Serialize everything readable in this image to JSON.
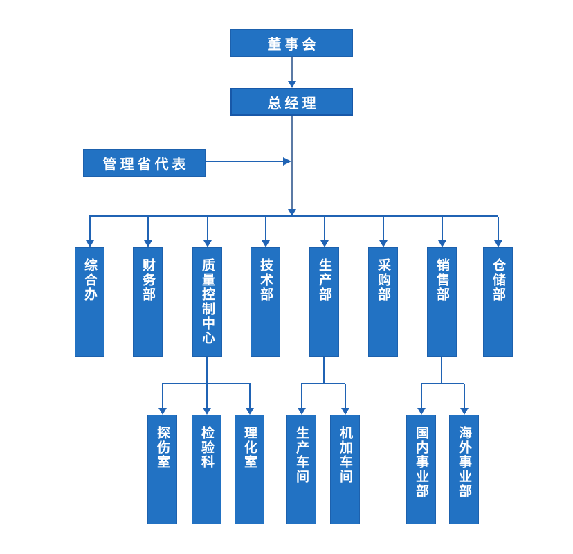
{
  "style": {
    "background": "#ffffff",
    "box_fill": "#2272c3",
    "box_border": "#1d61ad",
    "gm_border": "#1858a8",
    "connector": "#2063b4",
    "trunk": "#5b7aa5",
    "text_color": "#ffffff"
  },
  "nodes": {
    "board": {
      "label": "董事会"
    },
    "general_manager": {
      "label": "总经理"
    },
    "management_rep": {
      "label": "管理省代表"
    }
  },
  "departments": [
    {
      "label": "综合办"
    },
    {
      "label": "财务部"
    },
    {
      "label": "质量控制中心"
    },
    {
      "label": "技术部"
    },
    {
      "label": "生产部"
    },
    {
      "label": "采购部"
    },
    {
      "label": "销售部"
    },
    {
      "label": "仓储部"
    }
  ],
  "sub_departments": {
    "quality_control": [
      {
        "label": "探伤室"
      },
      {
        "label": "检验科"
      },
      {
        "label": "理化室"
      }
    ],
    "production": [
      {
        "label": "生产车间"
      },
      {
        "label": "机加车间"
      }
    ],
    "sales": [
      {
        "label": "国内事业部"
      },
      {
        "label": "海外事业部"
      }
    ]
  }
}
